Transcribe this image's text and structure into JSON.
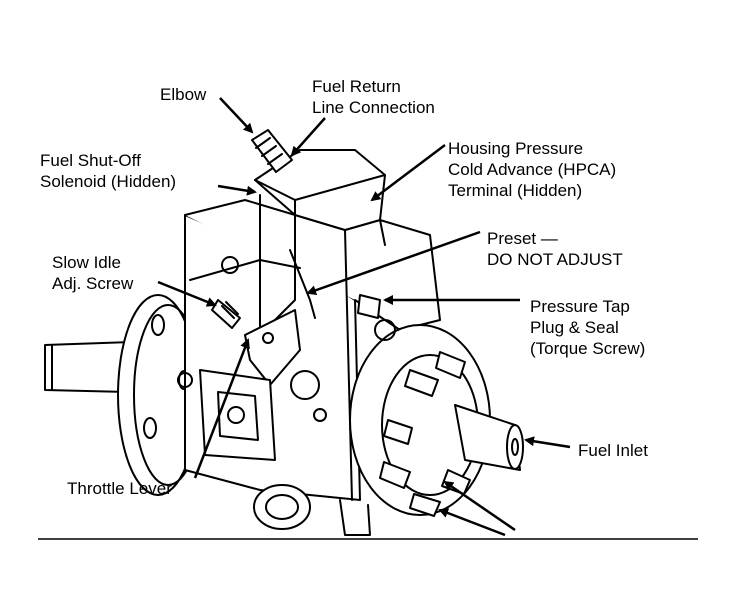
{
  "labels": {
    "elbow": "Elbow",
    "fuel_return": [
      "Fuel Return",
      "Line Connection"
    ],
    "fuel_shutoff": [
      "Fuel Shut-Off",
      "Solenoid (Hidden)"
    ],
    "hpca": [
      "Housing Pressure",
      "Cold Advance (HPCA)",
      "Terminal (Hidden)"
    ],
    "preset": [
      "Preset —",
      "DO NOT ADJUST"
    ],
    "slow_idle": [
      "Slow Idle",
      "Adj. Screw"
    ],
    "pressure_tap": [
      "Pressure Tap",
      "Plug & Seal",
      "(Torque Screw)"
    ],
    "fuel_inlet": "Fuel Inlet",
    "throttle_lever": "Throttle Lever"
  },
  "colors": {
    "ink": "#000000",
    "paper": "#ffffff"
  }
}
